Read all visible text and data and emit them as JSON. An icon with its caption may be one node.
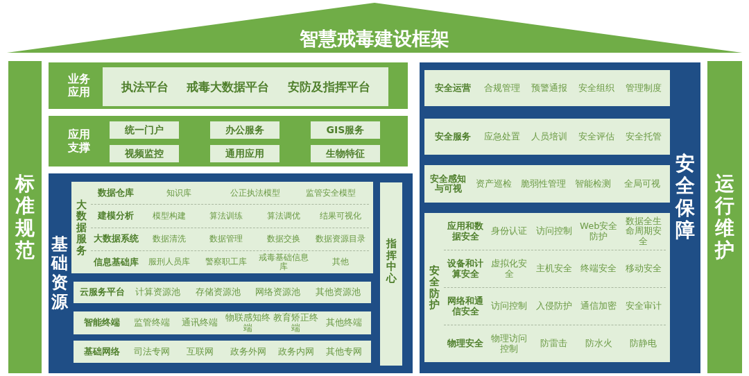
{
  "diagram": {
    "title": "智慧戒毒建设框架",
    "nodes": [
      {
        "text": [
          "标准规范"
        ]
      },
      {
        "text": [
          "业务应用"
        ]
      },
      {
        "text": [
          "执法平台",
          "戒毒大数据平台",
          "安防及指挥平台"
        ],
        "in": 1
      },
      {
        "text": [
          "应用支撑"
        ]
      },
      {
        "text": [
          "统一门户"
        ],
        "in": 3
      },
      {
        "text": [
          "办公服务"
        ],
        "in": 3
      },
      {
        "text": [
          "GIS服务"
        ],
        "in": 3
      },
      {
        "text": [
          "视频监控"
        ],
        "in": 3
      },
      {
        "text": [
          "通用应用"
        ],
        "in": 3
      },
      {
        "text": [
          "生物特征"
        ],
        "in": 3
      },
      {
        "text": [
          "基础资源"
        ]
      },
      {
        "text": [
          "大数据服务",
          "数据仓库",
          "知识库",
          "公正执法模型",
          "监管安全模型",
          "建模分析",
          "模型构建",
          "算法训练",
          "算法调优",
          "结果可视化",
          "大数据系统",
          "数据清洗",
          "数据管理",
          "数据交换",
          "数据资源目录",
          "信息基础库",
          "服刑人员库",
          "警察职工库",
          "戒毒基础信息库",
          "其他"
        ],
        "in": 10
      },
      {
        "text": [
          "云服务平台",
          "计算资源池",
          "存储资源池",
          "网络资源池",
          "其他资源池"
        ],
        "in": 10
      },
      {
        "text": [
          "智能终端",
          "监管终端",
          "通讯终端",
          "物联感知终端",
          "教育矫正终端",
          "其他终端"
        ],
        "in": 10
      },
      {
        "text": [
          "基础网络",
          "司法专网",
          "互联网",
          "政务外网",
          "政务内网",
          "其他专网"
        ],
        "in": 10
      },
      {
        "text": [
          "指挥中心"
        ],
        "in": 10
      },
      {
        "text": [
          "安全保障"
        ]
      },
      {
        "text": [
          "安全运营",
          "合规管理",
          "预警通报",
          "安全组织",
          "管理制度"
        ],
        "in": 16
      },
      {
        "text": [
          "安全服务",
          "应急处置",
          "人员培训",
          "安全评估",
          "安全托管"
        ],
        "in": 16
      },
      {
        "text": [
          "安全感知与可视",
          "资产巡检",
          "脆弱性管理",
          "智能检测",
          "全局可视"
        ],
        "in": 16
      },
      {
        "text": [
          "安全防护",
          "应用和数据安全",
          "身份认证",
          "访问控制",
          "Web安全防护",
          "数据全生命周期安全",
          "设备和计算安全",
          "虚拟化安全",
          "主机安全",
          "终端安全",
          "移动安全",
          "网络和通信安全",
          "访问控制",
          "入侵防护",
          "通信加密",
          "安全审计",
          "物理安全",
          "物理访问控制",
          "防雷击",
          "防水火",
          "防静电"
        ],
        "in": 16
      },
      {
        "text": [
          "运行维护"
        ]
      }
    ],
    "edges": []
  }
}
